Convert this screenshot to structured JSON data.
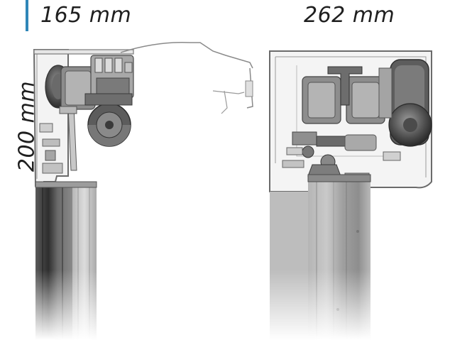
{
  "dimensions": {
    "width_left": "165 mm",
    "width_right": "262 mm",
    "height": "200 mm"
  },
  "colors": {
    "accent": "#2f86b8",
    "metal_light": "#d9d9d9",
    "metal_mid": "#9a9a9a",
    "metal_dark": "#4a4a4a",
    "outline": "#6b6b6b"
  }
}
